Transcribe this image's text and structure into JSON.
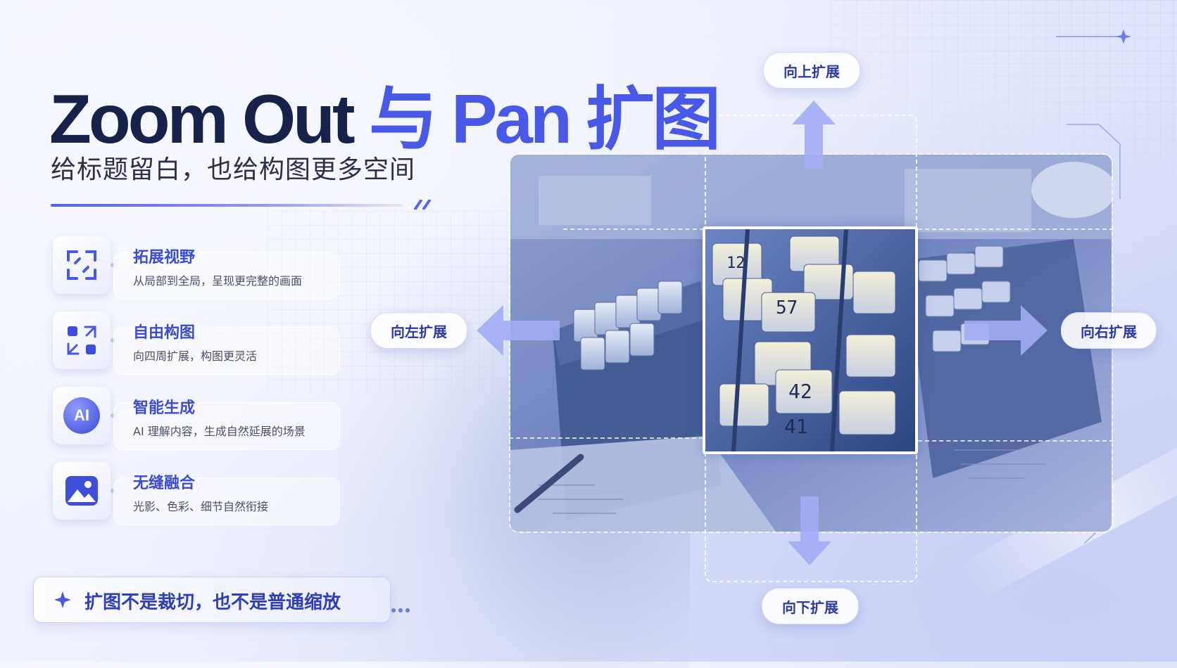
{
  "title": {
    "part1": "Zoom Out",
    "part2": "与 Pan 扩图"
  },
  "subtitle": "给标题留白，也给构图更多空间",
  "features": [
    {
      "title": "拓展视野",
      "desc": "从局部到全局，呈现更完整的画面",
      "icon": "expand-frame-icon"
    },
    {
      "title": "自由构图",
      "desc": "向四周扩展，构图更灵活",
      "icon": "arrows-outward-icon"
    },
    {
      "title": "智能生成",
      "desc": "AI 理解内容，生成自然延展的场景",
      "icon": "ai-badge-icon",
      "icon_text": "AI"
    },
    {
      "title": "无缝融合",
      "desc": "光影、色彩、细节自然衔接",
      "icon": "image-icon"
    }
  ],
  "banner": "扩图不是裁切，也不是普通缩放",
  "directions": {
    "up": "向上扩展",
    "down": "向下扩展",
    "left": "向左扩展",
    "right": "向右扩展"
  },
  "photo": {
    "tab_numbers": [
      "57",
      "42",
      "41",
      "12"
    ]
  },
  "colors": {
    "title_dark": "#16224a",
    "accent": "#4759e6",
    "feature_title": "#3a4bd6",
    "arrow": "#9aa3f2"
  }
}
